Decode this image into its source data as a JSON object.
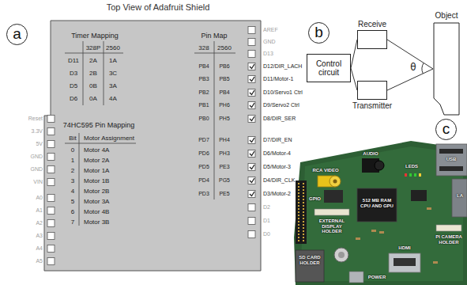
{
  "diagram": {
    "nodes": [
      {
        "text": [
          "a"
        ]
      },
      {
        "text": [
          "b"
        ]
      },
      {
        "text": [
          "Control circuit"
        ]
      },
      {
        "text": [
          "Receive"
        ]
      },
      {
        "text": [
          "Transmitter"
        ]
      },
      {
        "text": [
          "Object"
        ]
      },
      {
        "text": [
          "c"
        ]
      }
    ],
    "edges": [
      {
        "from": 2,
        "to": 3,
        "arrow": "none"
      },
      {
        "from": 2,
        "to": 4,
        "arrow": "none"
      },
      {
        "from": 4,
        "to": 5,
        "arrow": "none"
      },
      {
        "from": 5,
        "to": 3,
        "arrow": "none"
      }
    ],
    "labels": [
      "Top View of Adafruit Shield",
      "Timer Mapping",
      "328P",
      "2560",
      "D11",
      "2A",
      "1A",
      "D3",
      "2B",
      "3C",
      "D5",
      "0B",
      "3A",
      "D6",
      "0A",
      "4A",
      "74HC595 Pin Mapping",
      "Bit",
      "Motor Assignment",
      "0",
      "Motor 4A",
      "1",
      "Motor 2A",
      "2",
      "Motor 1A",
      "3",
      "Motor 1B",
      "4",
      "Motor 2B",
      "5",
      "Motor 3A",
      "6",
      "Motor 4B",
      "7",
      "Motor 3B",
      "Pin Map",
      "328",
      "2560",
      "PB4",
      "PB6",
      "D12/DIR_LACH",
      "PB3",
      "PB5",
      "D11/Motor-1",
      "PB2",
      "PB4",
      "D10/Servo1 Ctrl",
      "PB1",
      "PH6",
      "D9/Servo2 Ctrl",
      "PB0",
      "PH5",
      "D8/DIR_SER",
      "PD7",
      "PH4",
      "D7/DIR_EN",
      "PD6",
      "PH3",
      "D6/Motor-4",
      "PD5",
      "PE3",
      "D5/Motor-3",
      "PD4",
      "PG5",
      "D4/DIR_CLK",
      "PD3",
      "PE5",
      "D3/Motor-2",
      "AREF",
      "GND",
      "D13",
      "D2",
      "D1",
      "D0",
      "Reset",
      "3.3V",
      "5V",
      "GND",
      "GND",
      "VIN",
      "A0",
      "A1",
      "A2",
      "A3",
      "A4",
      "A5",
      "RCA VIDEO",
      "AUDIO",
      "LEDS",
      "USB",
      "LA",
      "512 MB RAM CPU AND GPU",
      "GPIO",
      "EXTERNAL DISPLAY HOLDER",
      "HDMI",
      "PI CAMERA HOLDER",
      "SD CARD HOLDER",
      "POWER",
      "θ"
    ]
  }
}
